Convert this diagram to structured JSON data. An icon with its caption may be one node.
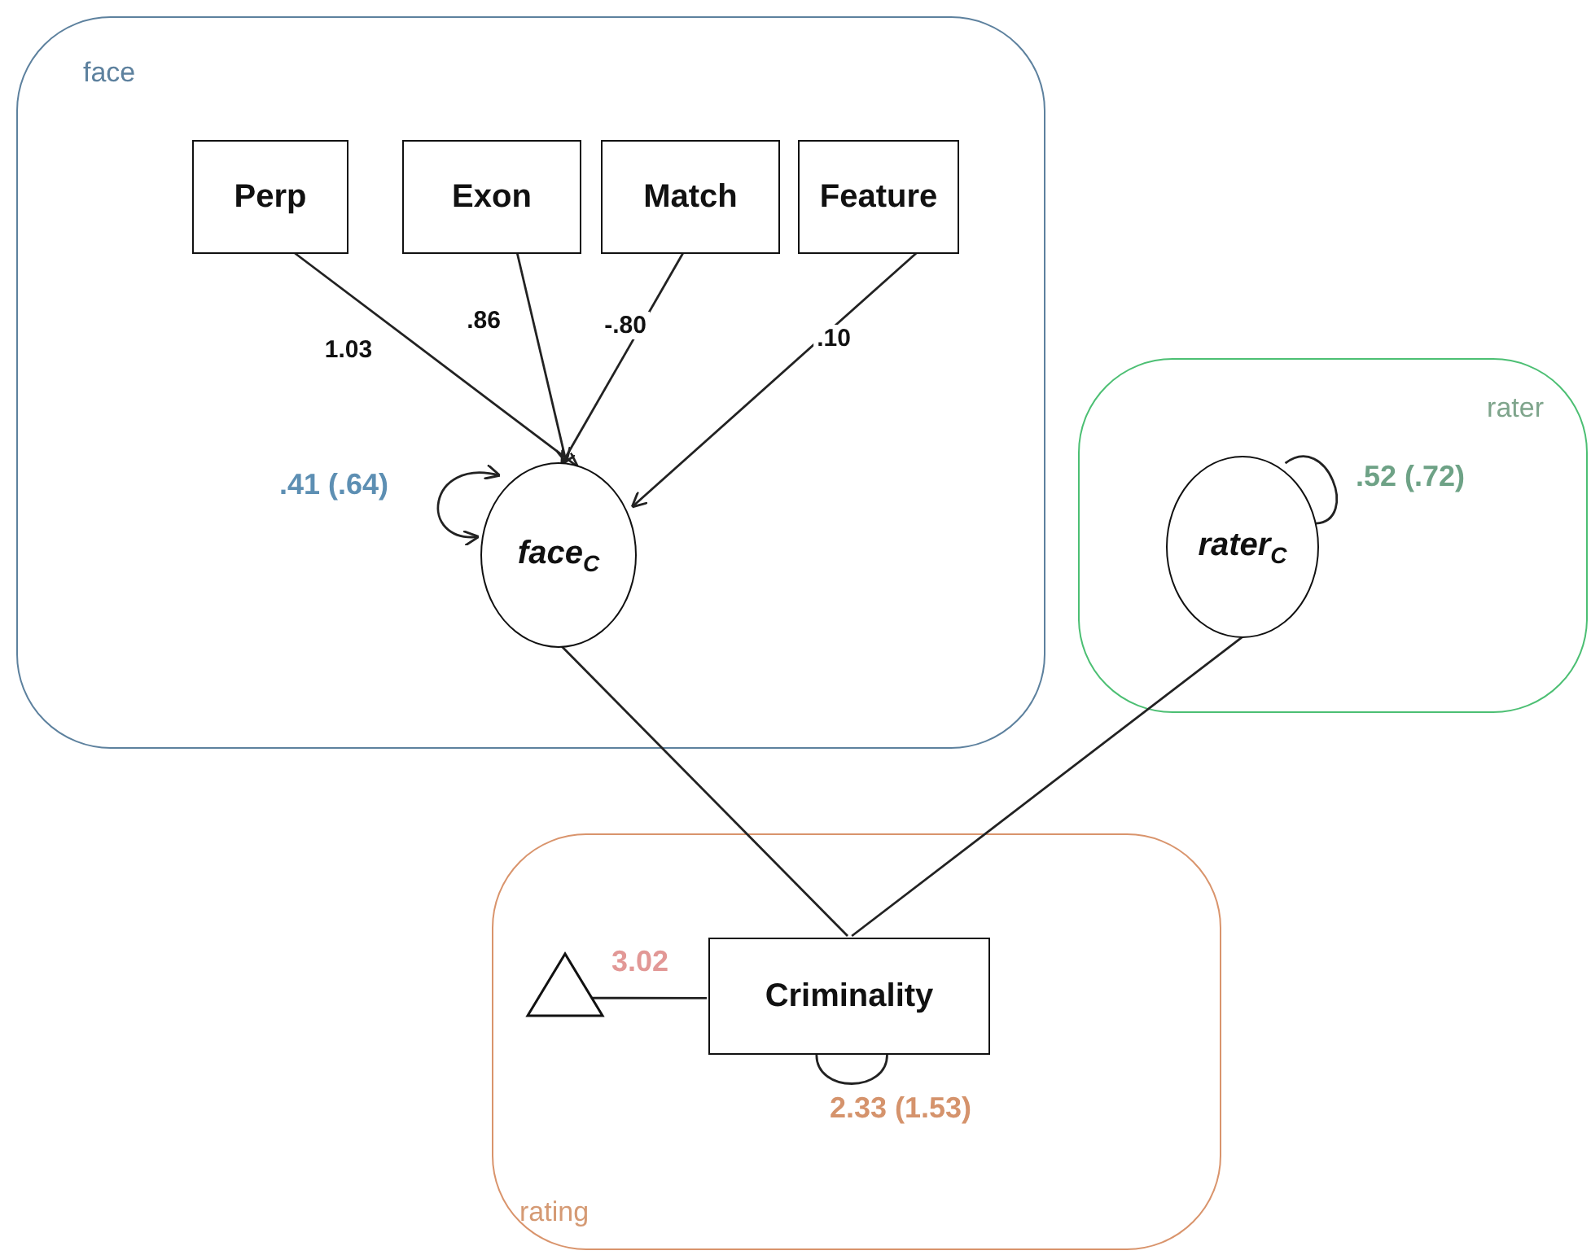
{
  "diagram": {
    "nodes": [
      {
        "text": [
          "face"
        ]
      },
      {
        "text": [
          "Perp"
        ],
        "in": 0
      },
      {
        "text": [
          "Exon"
        ],
        "in": 0
      },
      {
        "text": [
          "Match"
        ],
        "in": 0
      },
      {
        "text": [
          "Feature"
        ],
        "in": 0
      },
      {
        "text": [
          "face$_{C}$"
        ],
        "in": 0
      },
      {
        "text": [
          "rater"
        ]
      },
      {
        "text": [
          "rater$_{C}$"
        ],
        "in": 6
      },
      {
        "text": [
          "rating"
        ]
      },
      {
        "text": [],
        "shape": "triangle",
        "in": 8
      },
      {
        "text": [
          "Criminality"
        ],
        "in": 8
      }
    ],
    "edges": [
      {
        "from": 1,
        "to": 5,
        "arrow": "to",
        "label": "1.03"
      },
      {
        "from": 2,
        "to": 5,
        "arrow": "to",
        "label": ".86"
      },
      {
        "from": 3,
        "to": 5,
        "arrow": "to",
        "label": "-.80"
      },
      {
        "from": 4,
        "to": 5,
        "arrow": "to",
        "label": ".10"
      },
      {
        "from": 5,
        "to": 5,
        "arrow": "both",
        "label": ".41 (.64)"
      },
      {
        "from": 7,
        "to": 7,
        "arrow": "none",
        "label": ".52 (.72)"
      },
      {
        "from": 5,
        "to": 10,
        "arrow": "none"
      },
      {
        "from": 7,
        "to": 10,
        "arrow": "none"
      },
      {
        "from": 9,
        "to": 10,
        "arrow": "none",
        "label": "3.02"
      },
      {
        "from": 10,
        "to": 10,
        "arrow": "none",
        "label": "2.33 (1.53)"
      }
    ]
  }
}
